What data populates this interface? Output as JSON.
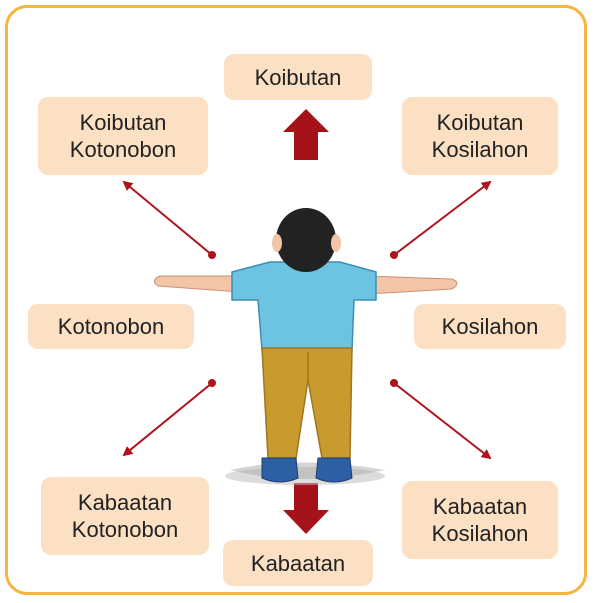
{
  "labels": {
    "up": "Koibutan",
    "up_left": [
      "Koibutan",
      "Kotonobon"
    ],
    "up_right": [
      "Koibutan",
      "Kosilahon"
    ],
    "left": "Kotonobon",
    "right": "Kosilahon",
    "down_left": [
      "Kabaatan",
      "Kotonobon"
    ],
    "down_right": [
      "Kabaatan",
      "Kosilahon"
    ],
    "down": "Kabaatan"
  },
  "colors": {
    "frame": "#f4b63c",
    "label_bg": "#fce0c4",
    "arrow": "#b0121c",
    "shirt": "#6cc4e2",
    "pants": "#c99a2e",
    "skin": "#f3c4a6",
    "hair": "#222222",
    "shoes": "#2d5fa5"
  },
  "icons": {
    "figure": "child-back-view-arms-out",
    "big_arrows": [
      "arrow-up-icon",
      "arrow-down-icon"
    ],
    "diagonal_arrows": [
      "arrow-up-left-icon",
      "arrow-up-right-icon",
      "arrow-down-left-icon",
      "arrow-down-right-icon"
    ]
  }
}
